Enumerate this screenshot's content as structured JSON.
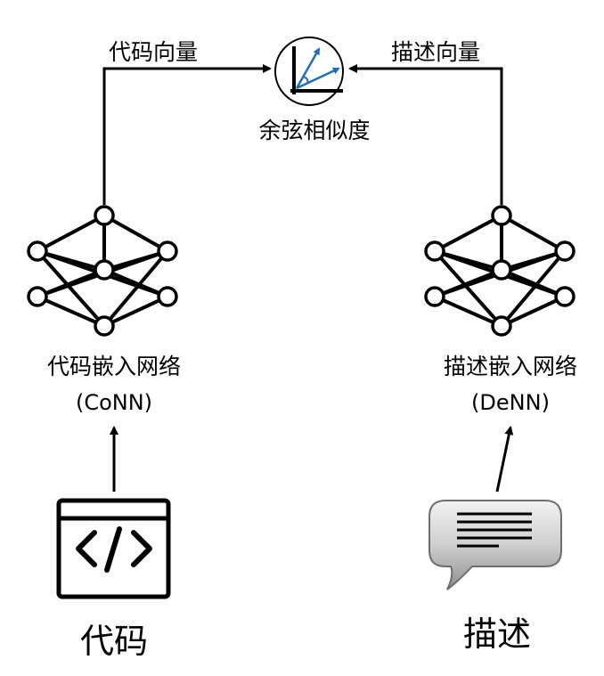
{
  "labels": {
    "code_vector": "代码向量",
    "desc_vector": "描述向量",
    "cosine_similarity": "余弦相似度",
    "code_net_name": "代码嵌入网络",
    "code_net_abbr": "(CoNN)",
    "desc_net_name": "描述嵌入网络",
    "desc_net_abbr": "(DeNN)",
    "code_input": "代码",
    "desc_input": "描述"
  },
  "icons": {
    "similarity": "cosine-similarity-icon",
    "code_network": "neural-network-icon",
    "desc_network": "neural-network-icon",
    "code": "code-window-icon",
    "description": "speech-bubble-icon"
  },
  "colors": {
    "vector_arrows": "#1f6fb2",
    "lines": "#000000"
  }
}
